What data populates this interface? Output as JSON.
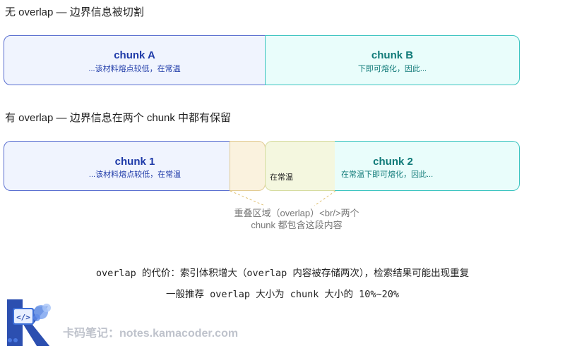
{
  "section_no_overlap": {
    "title": "无 overlap — 边界信息被切割",
    "chunk_a": {
      "title": "chunk A",
      "text": "...该材料熔点较低，在常温"
    },
    "chunk_b": {
      "title": "chunk B",
      "text": "下即可熔化，因此..."
    }
  },
  "section_overlap": {
    "title": "有 overlap — 边界信息在两个 chunk 中都有保留",
    "chunk_1": {
      "title": "chunk 1",
      "text": "...该材料熔点较低，在常温"
    },
    "overlap_text": "在常温",
    "chunk_2": {
      "title": "chunk 2",
      "text": "在常温下即可熔化，因此..."
    },
    "overlap_note_line1": "重叠区域（overlap）<br/>两个",
    "overlap_note_line2": "chunk 都包含这段内容"
  },
  "footer_notes": {
    "line1": "overlap 的代价：索引体积增大（overlap 内容被存储两次），检索结果可能出现重复",
    "line2": "一般推荐 overlap 大小为 chunk 大小的 10%~20%"
  },
  "brand": {
    "logo_icon": "kamacoder-logo-icon",
    "text": "卡码笔记：notes.kamacoder.com"
  },
  "colors": {
    "chunk_blue_bg": "#f0f4fe",
    "chunk_blue_border": "#5a6fd0",
    "chunk_teal_bg": "#e9fdfb",
    "chunk_teal_border": "#3cc4c0",
    "overlap_bg": "#faf2de",
    "overlap_border": "#e2cc94"
  }
}
